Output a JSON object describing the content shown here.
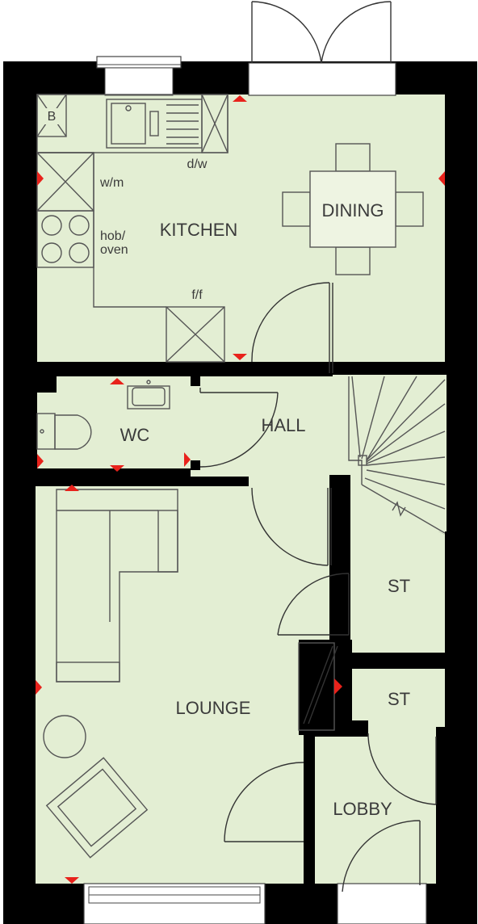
{
  "rooms": {
    "kitchen": "KITCHEN",
    "dining": "DINING",
    "wc": "WC",
    "hall": "HALL",
    "store1": "ST",
    "store2": "ST",
    "lounge": "LOUNGE",
    "lobby": "LOBBY"
  },
  "appliances": {
    "boiler": "B",
    "washing_machine": "w/m",
    "dishwasher": "d/w",
    "hob_line1": "hob/",
    "hob_line2": "oven",
    "fridge_freezer": "f/f"
  },
  "colors": {
    "floor": "#e3eed3",
    "wall": "#000000",
    "marker": "#e8221b"
  }
}
